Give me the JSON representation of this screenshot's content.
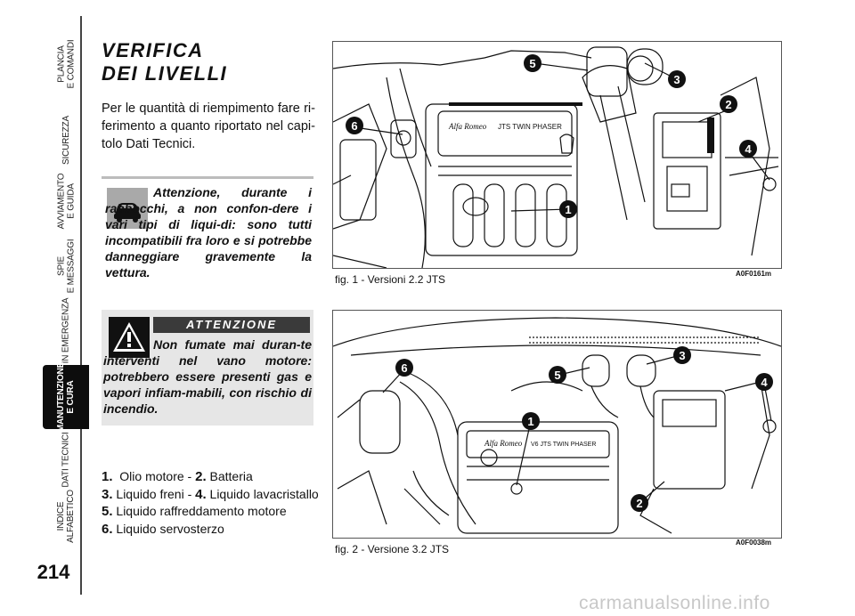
{
  "sidebar": {
    "tabs": [
      {
        "label": "PLANCIA\nE COMANDI"
      },
      {
        "label": "SICUREZZA"
      },
      {
        "label": "AVVIAMENTO\nE GUIDA"
      },
      {
        "label": "SPIE\nE MESSAGGI"
      },
      {
        "label": "IN EMERGENZA"
      },
      {
        "label": "MANUTENZIONE\nE CURA"
      },
      {
        "label": "DATI TECNICI"
      },
      {
        "label": "INDICE\nALFABETICO"
      }
    ],
    "page_number": "214"
  },
  "title": {
    "line1": "VERIFICA",
    "line2": "DEI LIVELLI"
  },
  "intro": "Per le quantità di riempimento fare ri-ferimento a quanto riportato nel capi-tolo Dati Tecnici.",
  "notice": {
    "text": "Attenzione, durante i rabbocchi, a non confon-dere i vari tipi di liqui-di: sono tutti incompatibili fra loro e si potrebbe danneggiare gravemente la vettura."
  },
  "warning": {
    "heading": "ATTENZIONE",
    "text": "Non fumate mai duran-te interventi nel vano motore: potrebbero essere presenti gas e vapori infiam-mabili, con rischio di incendio."
  },
  "legend": {
    "n1": "1.",
    "t1": "Olio motore - ",
    "n2": "2.",
    "t2": "Batteria",
    "n3": "3.",
    "t3": "Liquido freni - ",
    "n4": "4.",
    "t4": "Liquido lavacristallo",
    "n5": "5.",
    "t5": "Liquido raffreddamento motore",
    "n6": "6.",
    "t6": "Liquido servosterzo"
  },
  "fig1": {
    "caption": "fig. 1 - Versioni 2.2 JTS",
    "code": "A0F0161m",
    "engine_text": "JTS TWIN PHASER",
    "brand": "Alfa Romeo",
    "callouts": [
      "1",
      "2",
      "3",
      "4",
      "5",
      "6"
    ]
  },
  "fig2": {
    "caption": "fig. 2 - Versione 3.2 JTS",
    "code": "A0F0038m",
    "engine_text": "V6 JTS TWIN PHASER",
    "brand": "Alfa Romeo",
    "callouts": [
      "1",
      "2",
      "3",
      "4",
      "5",
      "6"
    ]
  },
  "watermark": "carmanualsonline.info"
}
